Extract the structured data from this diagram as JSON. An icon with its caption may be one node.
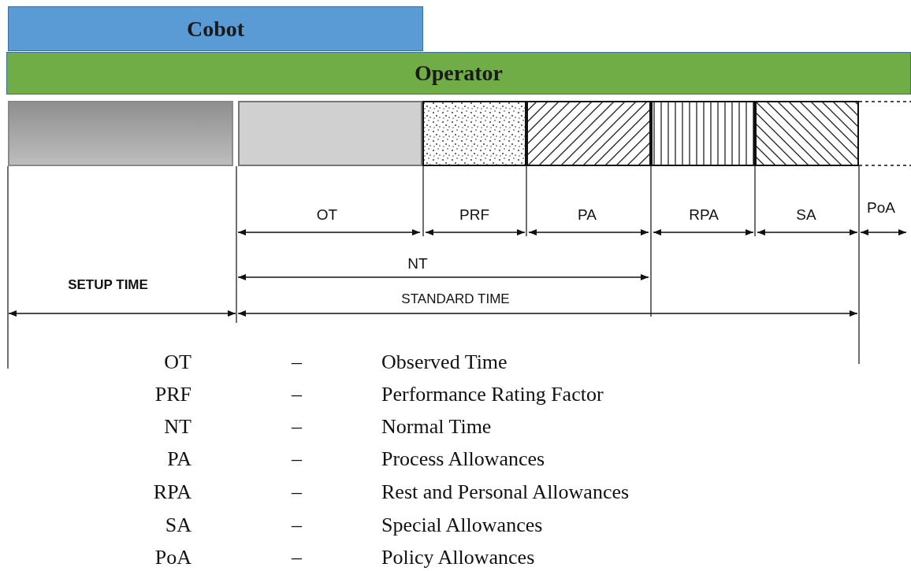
{
  "diagram": {
    "nodes": [
      {
        "text": [
          "Cobot"
        ]
      },
      {
        "text": [
          "Operator"
        ]
      },
      {
        "text": [],
        "shape": "bar"
      },
      {
        "text": [],
        "shape": "bar"
      },
      {
        "text": [],
        "shape": "bar"
      },
      {
        "text": [],
        "shape": "bar"
      },
      {
        "text": [],
        "shape": "bar"
      },
      {
        "text": [],
        "shape": "bar"
      },
      {
        "text": [],
        "shape": "bar"
      }
    ],
    "labels": [
      "OT",
      "PRF",
      "PA",
      "RPA",
      "SA",
      "PoA",
      "NT",
      "SETUP TIME",
      "STANDARD TIME",
      "OT",
      "–",
      "Observed Time",
      "PRF",
      "–",
      "Performance Rating Factor",
      "NT",
      "–",
      "Normal Time",
      "PA",
      "–",
      "Process Allowances",
      "RPA",
      "–",
      "Rest and Personal Allowances",
      "SA",
      "–",
      "Special Allowances",
      "PoA",
      "–",
      "Policy Allowances"
    ]
  }
}
